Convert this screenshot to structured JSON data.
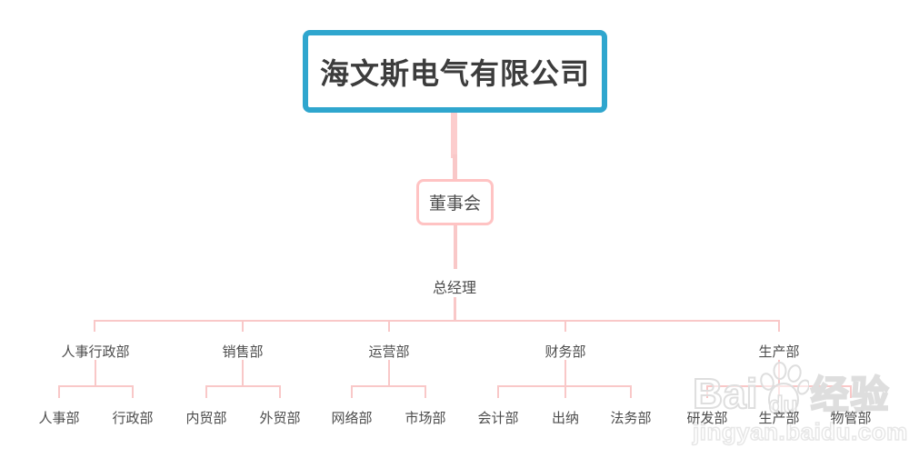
{
  "org": {
    "company": "海文斯电气有限公司",
    "board": "董事会",
    "general_manager": "总经理",
    "departments": [
      {
        "label": "人事行政部",
        "children": [
          "人事部",
          "行政部"
        ]
      },
      {
        "label": "销售部",
        "children": [
          "内贸部",
          "外贸部"
        ]
      },
      {
        "label": "运营部",
        "children": [
          "网络部",
          "市场部"
        ]
      },
      {
        "label": "财务部",
        "children": [
          "会计部",
          "出纳",
          "法务部"
        ]
      },
      {
        "label": "生产部",
        "children": [
          "研发部",
          "生产部",
          "物管部"
        ]
      }
    ]
  },
  "colors": {
    "accent_blue": "#2fa6ce",
    "pink_line": "#f9c8c8",
    "pink_border": "#ffc3c3",
    "text_dark": "#3c3c3c",
    "text_gray": "#4d4d4d",
    "watermark_gray": "#dedede"
  },
  "watermark": {
    "brand_bai": "Bai",
    "brand_du": "du",
    "brand_suffix": "经验",
    "url": "jingyan.baidu.com",
    "icon": "baidu-paw"
  }
}
